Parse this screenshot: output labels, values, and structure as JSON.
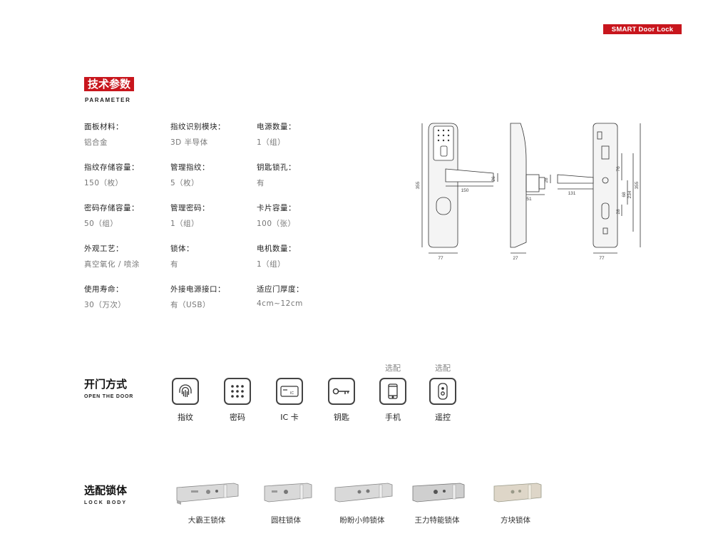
{
  "brand": "SMART Door Lock",
  "parameter_section": {
    "title": "技术参数",
    "subtitle": "PARAMETER",
    "items": [
      {
        "label": "面板材料：",
        "value": "铝合金"
      },
      {
        "label": "指纹识别模块：",
        "value": "3D 半导体"
      },
      {
        "label": "电源数量：",
        "value": "1（组）"
      },
      {
        "label": "指纹存储容量：",
        "value": "150（枚）"
      },
      {
        "label": "管理指纹：",
        "value": "5（枚）"
      },
      {
        "label": "钥匙锁孔：",
        "value": "有"
      },
      {
        "label": "密码存储容量：",
        "value": "50（组）"
      },
      {
        "label": "管理密码：",
        "value": "1（组）"
      },
      {
        "label": "卡片容量：",
        "value": "100（张）"
      },
      {
        "label": "外观工艺：",
        "value": "真空氧化 / 喷涂"
      },
      {
        "label": "锁体：",
        "value": "有"
      },
      {
        "label": "电机数量：",
        "value": "1（组）"
      },
      {
        "label": "使用寿命：",
        "value": "30（万次）"
      },
      {
        "label": "外接电源接口：",
        "value": "有（USB）"
      },
      {
        "label": "适应门厚度：",
        "value": "4cm~12cm"
      }
    ]
  },
  "drawing": {
    "dims": [
      "355",
      "150",
      "26",
      "77",
      "28",
      "51",
      "27",
      "131",
      "76",
      "68",
      "234",
      "28",
      "355",
      "77"
    ]
  },
  "open_section": {
    "title": "开门方式",
    "subtitle": "OPEN THE DOOR",
    "methods": [
      {
        "name": "指纹",
        "optional": "",
        "icon": "fingerprint-icon"
      },
      {
        "name": "密码",
        "optional": "",
        "icon": "keypad-icon"
      },
      {
        "name": "IC 卡",
        "optional": "",
        "icon": "ic-card-icon",
        "card_text": "IC"
      },
      {
        "name": "钥匙",
        "optional": "",
        "icon": "key-icon"
      },
      {
        "name": "手机",
        "optional": "选配",
        "icon": "phone-icon"
      },
      {
        "name": "遥控",
        "optional": "选配",
        "icon": "remote-icon"
      }
    ]
  },
  "lock_section": {
    "title": "选配锁体",
    "subtitle": "LOCK BODY",
    "items": [
      {
        "name": "大霸王锁体"
      },
      {
        "name": "圆柱锁体"
      },
      {
        "name": "盼盼小帅锁体"
      },
      {
        "name": "王力特能锁体"
      },
      {
        "name": "方块锁体"
      }
    ]
  }
}
